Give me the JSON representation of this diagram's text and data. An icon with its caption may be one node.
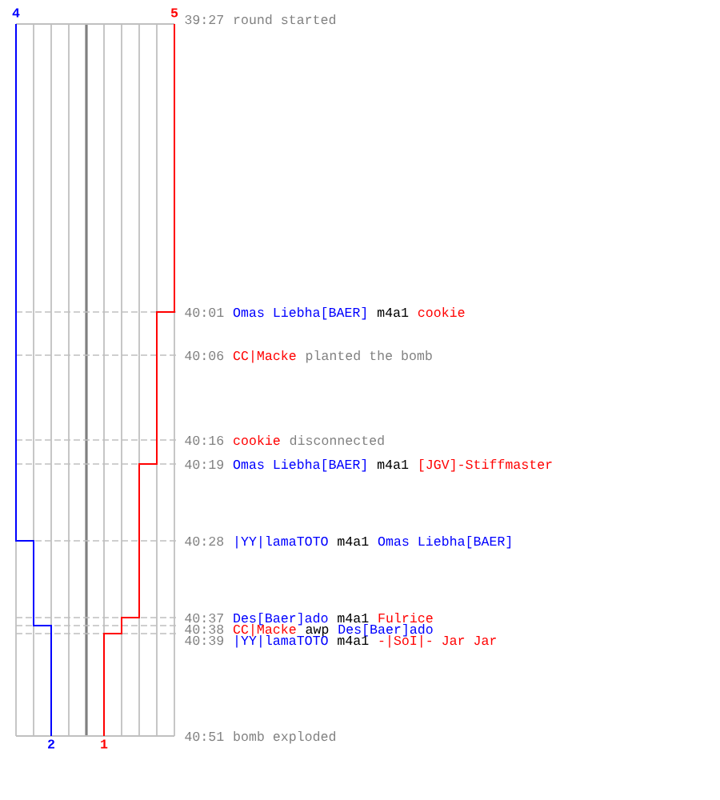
{
  "diagram": {
    "labels": [
      "4",
      "5",
      "39:27",
      "round started",
      "40:01",
      "Omas Liebha[BAER]",
      "m4a1",
      "cookie",
      "40:06",
      "CC|Macke",
      "planted the bomb",
      "40:16",
      "cookie",
      "disconnected",
      "40:19",
      "Omas Liebha[BAER]",
      "m4a1",
      "[JGV]-Stiffmaster",
      "40:28",
      "|YY|lamaTOTO",
      "m4a1",
      "Omas Liebha[BAER]",
      "40:37",
      "Des[Baer]ado",
      "m4a1",
      "Fulrice",
      "40:38",
      "CC|Macke",
      "awp",
      "Des[Baer]ado",
      "40:39",
      "|YY|lamaTOTO",
      "m4a1",
      "-|SoI|- Jar Jar",
      "40:51",
      "bomb exploded",
      "2",
      "1"
    ]
  }
}
